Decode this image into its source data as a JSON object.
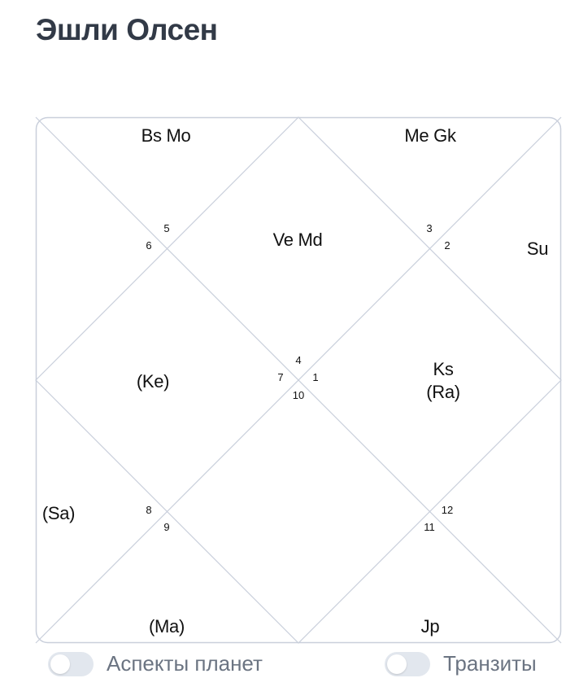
{
  "page": {
    "title": "Эшли Олсен"
  },
  "chart": {
    "houses": [
      "1",
      "2",
      "3",
      "4",
      "5",
      "6",
      "7",
      "8",
      "9",
      "10",
      "11",
      "12"
    ],
    "planets": {
      "top_left": "Bs Mo",
      "top_right": "Me Gk",
      "top_center": "Ve Md",
      "right_upper": "Su",
      "left_center": "(Ke)",
      "right_center_1": "Ks",
      "right_center_2": "(Ra)",
      "left_lower": "(Sa)",
      "bottom_left": "(Ma)",
      "bottom_right": "Jp"
    }
  },
  "toggles": {
    "aspects": {
      "label": "Аспекты планет",
      "on": false
    },
    "transits": {
      "label": "Транзиты",
      "on": false
    }
  },
  "colors": {
    "line": "#c9cfdb",
    "title": "#323a47",
    "toggle_track": "#e2e7ee",
    "toggle_label": "#6b7482"
  }
}
